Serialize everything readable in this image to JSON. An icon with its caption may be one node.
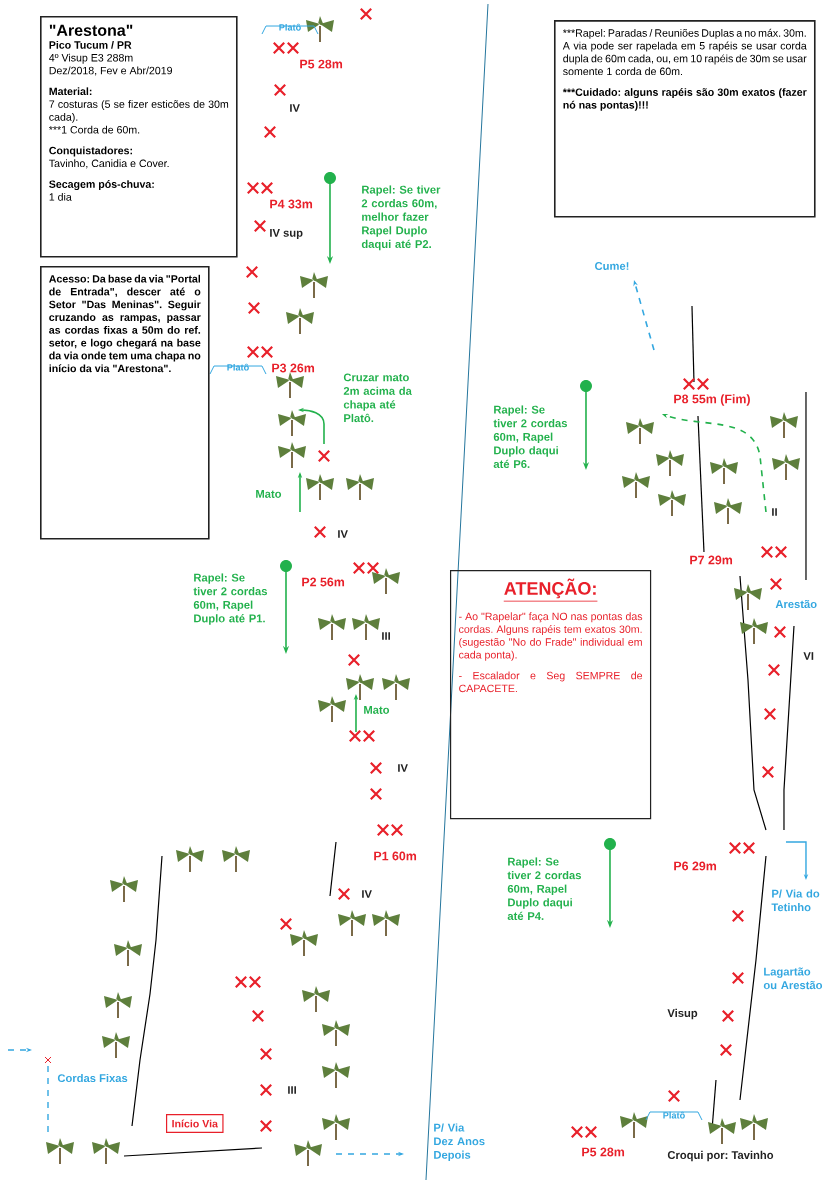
{
  "diagram": {
    "nodes": [
      {
        "text": [
          "\"Arestona\"",
          "Pico Tucum / PR",
          "4º Visup E3 288m",
          "Dez/2018, Fev e Abr/2019",
          "Material:",
          "7 costuras (5 se fizer esticões de 30m cada).",
          "***1 Corda de 60m.",
          "Conquistadores:",
          "Tavinho, Canidia e Cover.",
          "Secagem pós-chuva:",
          "1 dia"
        ]
      },
      {
        "text": [
          "Acesso: Da base da via \"Portal de Entrada\", descer até o Setor \"Das Meninas\". Seguir cruzando as rampas, passar as cordas fixas a 50m do ref. setor, e logo chegará na base da via onde tem uma chapa no início da via \"Arestona\"."
        ]
      },
      {
        "text": [
          "***Rapel: Paradas / Reuniões Duplas a no máx. 30m. A via pode ser rapelada em 5 rapéis se usar corda dupla de 60m cada, ou, em 10 rapéis de 30m se usar somente 1 corda de 60m.",
          "***Cuidado: alguns rapéis são 30m exatos (fazer nó nas pontas)!!!"
        ]
      },
      {
        "text": [
          "ATENÇÃO:",
          "- Ao \"Rapelar\" faça NO nas pontas das cordas. Alguns rapéis tem exatos 30m. (sugestão \"No do Frade\" individual em cada ponta).",
          "- Escalador e Seg SEMPRE de CAPACETE."
        ]
      },
      {
        "text": [
          "Início Via"
        ]
      }
    ],
    "labels": [
      "Platô",
      "P5 28m",
      "IV",
      "P4 33m",
      "IV sup",
      "Rapel: Se tiver 2 cordas 60m, melhor fazer Rapel Duplo daqui até P2.",
      "Platô",
      "P3 26m",
      "Cruzar mato 2m acima da chapa até Platô.",
      "Mato",
      "IV",
      "Rapel: Se tiver 2 cordas 60m, Rapel Duplo até P1.",
      "P2 56m",
      "III",
      "Mato",
      "IV",
      "P1 60m",
      "IV",
      "III",
      "Cordas Fixas",
      "P/ Via Dez Anos Depois",
      "Cume!",
      "P8 55m (Fim)",
      "Rapel: Se tiver 2 cordas 60m, Rapel Duplo daqui até P6.",
      "II",
      "P7 29m",
      "Arestão",
      "VI",
      "P6 29m",
      "P/ Via do Tetinho",
      "Rapel: Se tiver 2 cordas 60m, Rapel Duplo daqui até P4.",
      "Lagartão ou Arestão",
      "Visup",
      "Platô",
      "P5 28m",
      "Croqui por: Tavinho"
    ]
  }
}
